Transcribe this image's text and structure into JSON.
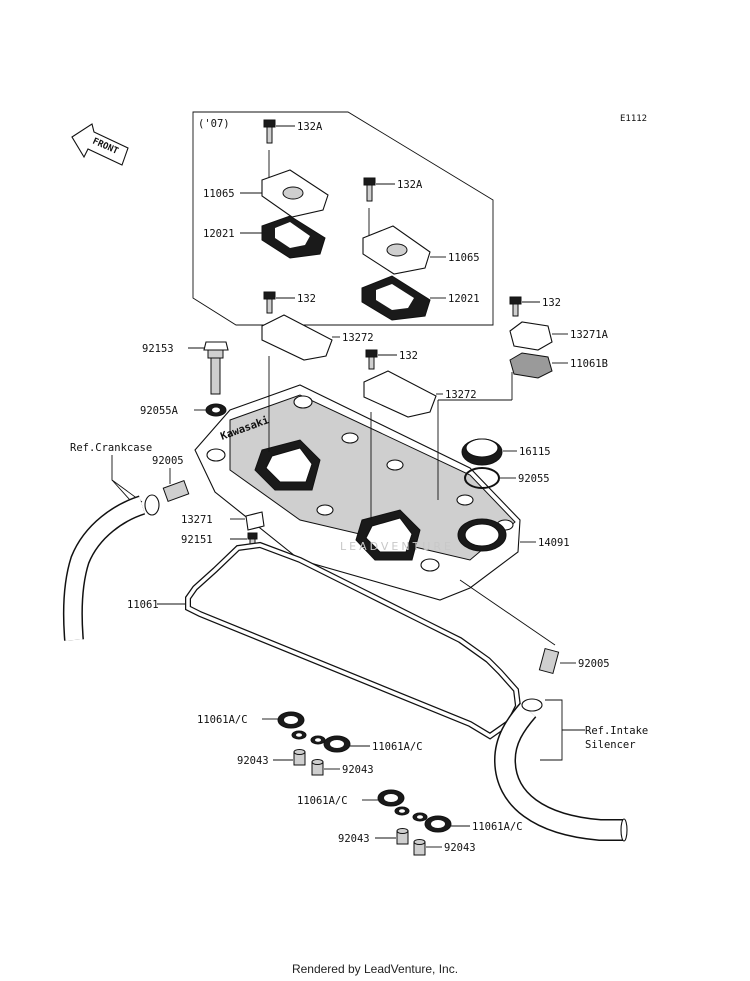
{
  "diagram_code": "E1112",
  "front_label": "FRONT",
  "inset_label": "('07)",
  "labels": {
    "l_132A_a": "132A",
    "l_11065_a": "11065",
    "l_12021_a": "12021",
    "l_132A_b": "132A",
    "l_11065_b": "11065",
    "l_12021_b": "12021",
    "l_132_a": "132",
    "l_13272_a": "13272",
    "l_132_b": "132",
    "l_13272_b": "13272",
    "l_132_c": "132",
    "l_13271A": "13271A",
    "l_11061B": "11061B",
    "l_92153": "92153",
    "l_92055A": "92055A",
    "l_ref_crankcase": "Ref.Crankcase",
    "l_92005_a": "92005",
    "l_16115": "16115",
    "l_92055": "92055",
    "l_14091": "14091",
    "l_13271": "13271",
    "l_92151": "92151",
    "l_11061": "11061",
    "l_92005_b": "92005",
    "l_ref_intake_1": "Ref.Intake",
    "l_ref_intake_2": "Silencer",
    "l_11061AC_a": "11061A/C",
    "l_11061AC_b": "11061A/C",
    "l_92043_a": "92043",
    "l_92043_b": "92043",
    "l_11061AC_c": "11061A/C",
    "l_11061AC_d": "11061A/C",
    "l_92043_c": "92043",
    "l_92043_d": "92043"
  },
  "cover_brand": "Kawasaki",
  "watermark": "LEADVENTURE",
  "footer": "Rendered by LeadVenture, Inc."
}
